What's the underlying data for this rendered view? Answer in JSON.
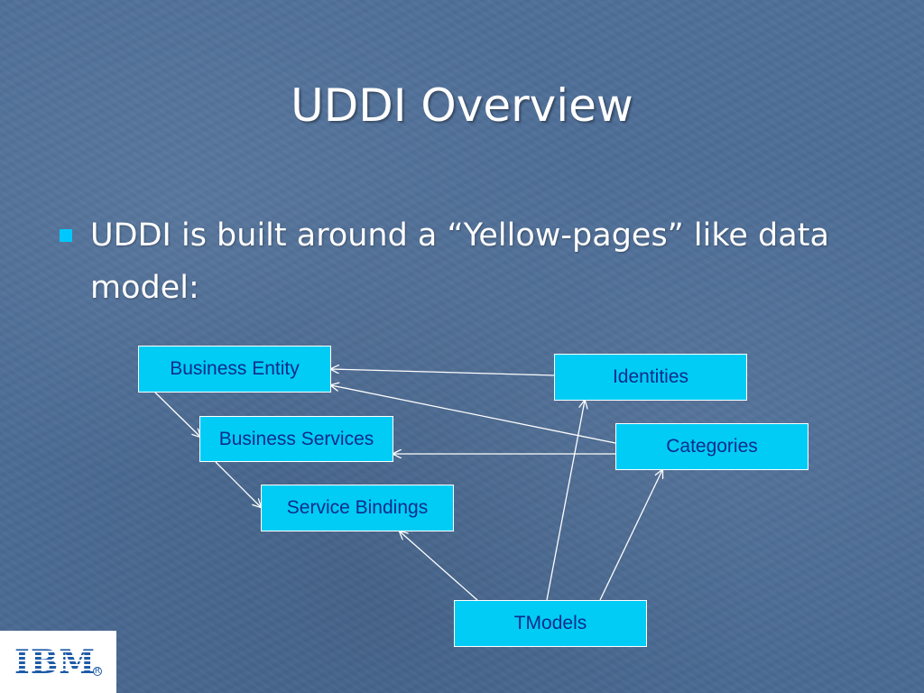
{
  "slide": {
    "title": "UDDI Overview",
    "bullets": [
      {
        "text": "UDDI is built around a “Yellow-pages” like data model:"
      }
    ]
  },
  "diagram": {
    "nodes": {
      "business_entity": "Business Entity",
      "business_services": "Business Services",
      "service_bindings": "Service Bindings",
      "identities": "Identities",
      "categories": "Categories",
      "tmodels": "TModels"
    },
    "edges": [
      {
        "from": "business_entity",
        "to": "business_services"
      },
      {
        "from": "business_services",
        "to": "service_bindings"
      },
      {
        "from": "identities",
        "to": "business_entity"
      },
      {
        "from": "categories",
        "to": "business_entity"
      },
      {
        "from": "categories",
        "to": "business_services"
      },
      {
        "from": "tmodels",
        "to": "service_bindings"
      },
      {
        "from": "tmodels",
        "to": "identities"
      },
      {
        "from": "tmodels",
        "to": "categories"
      }
    ],
    "colors": {
      "node_fill": "#00ccf5",
      "node_border": "#ffffff",
      "node_text": "#0c2c8c",
      "arrow": "#ffffff"
    }
  },
  "logo": {
    "text": "IBM",
    "registered_mark": "R"
  },
  "theme": {
    "background": "#4d6d97",
    "title_color": "#ffffff",
    "bullet_color": "#00c8ff"
  }
}
